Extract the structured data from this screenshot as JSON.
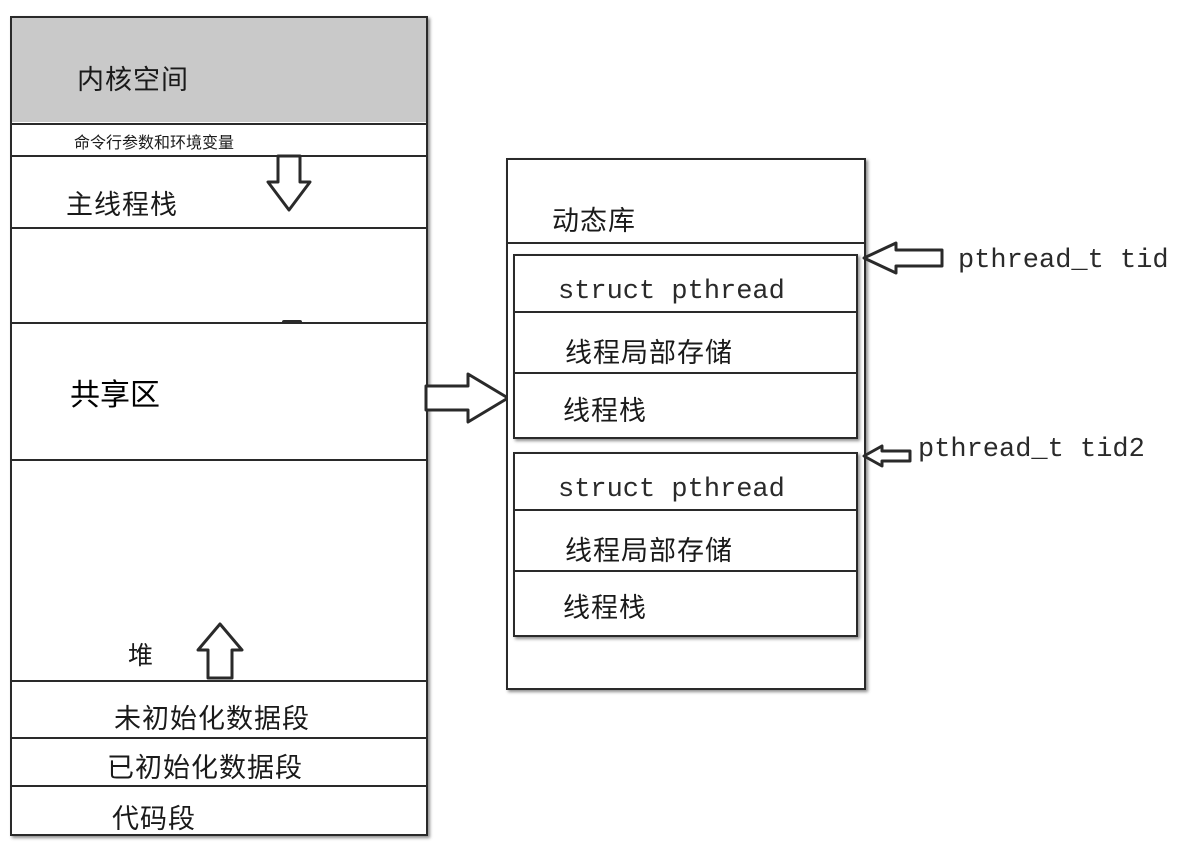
{
  "memory_layout": {
    "kernel_space": "内核空间",
    "cmdline_env": "命令行参数和环境变量",
    "main_thread_stack": "主线程栈",
    "shared_area": "共享区",
    "heap": "堆",
    "bss": "未初始化数据段",
    "data": "已初始化数据段",
    "text": "代码段"
  },
  "dynamic_library": {
    "title": "动态库",
    "threads": [
      {
        "pointer_label": "pthread_t tid",
        "struct_label": "struct pthread",
        "tls_label": "线程局部存储",
        "stack_label": "线程栈"
      },
      {
        "pointer_label": "pthread_t tid2",
        "struct_label": "struct pthread",
        "tls_label": "线程局部存储",
        "stack_label": "线程栈"
      }
    ]
  },
  "colors": {
    "kernel_fill": "#c9c9c9",
    "stroke": "#2a2a2a",
    "background": "#ffffff"
  }
}
